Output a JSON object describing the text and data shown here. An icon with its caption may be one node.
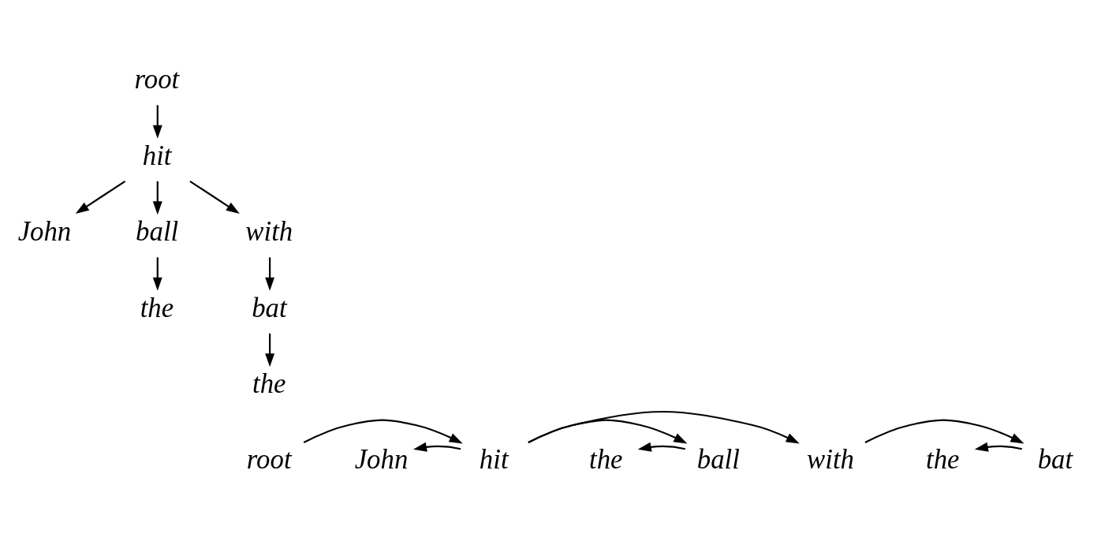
{
  "diagram": {
    "nodes": [
      {
        "text": [
          "root"
        ]
      },
      {
        "text": [
          "hit"
        ]
      },
      {
        "text": [
          "John"
        ]
      },
      {
        "text": [
          "ball"
        ]
      },
      {
        "text": [
          "with"
        ]
      },
      {
        "text": [
          "the"
        ]
      },
      {
        "text": [
          "bat"
        ]
      },
      {
        "text": [
          "the"
        ]
      },
      {
        "text": [
          "root"
        ]
      },
      {
        "text": [
          "John"
        ]
      },
      {
        "text": [
          "hit"
        ]
      },
      {
        "text": [
          "the"
        ]
      },
      {
        "text": [
          "ball"
        ]
      },
      {
        "text": [
          "with"
        ]
      },
      {
        "text": [
          "the"
        ]
      },
      {
        "text": [
          "bat"
        ]
      }
    ],
    "edges": [
      {
        "from": 0,
        "to": 1,
        "arrow": "to"
      },
      {
        "from": 1,
        "to": 2,
        "arrow": "to"
      },
      {
        "from": 1,
        "to": 3,
        "arrow": "to"
      },
      {
        "from": 1,
        "to": 4,
        "arrow": "to"
      },
      {
        "from": 3,
        "to": 5,
        "arrow": "to"
      },
      {
        "from": 4,
        "to": 6,
        "arrow": "to"
      },
      {
        "from": 6,
        "to": 7,
        "arrow": "to"
      },
      {
        "from": 8,
        "to": 10,
        "arrow": "to"
      },
      {
        "from": 10,
        "to": 9,
        "arrow": "to"
      },
      {
        "from": 10,
        "to": 12,
        "arrow": "to"
      },
      {
        "from": 12,
        "to": 11,
        "arrow": "to"
      },
      {
        "from": 10,
        "to": 13,
        "arrow": "to"
      },
      {
        "from": 13,
        "to": 15,
        "arrow": "to"
      },
      {
        "from": 15,
        "to": 14,
        "arrow": "to"
      }
    ]
  }
}
